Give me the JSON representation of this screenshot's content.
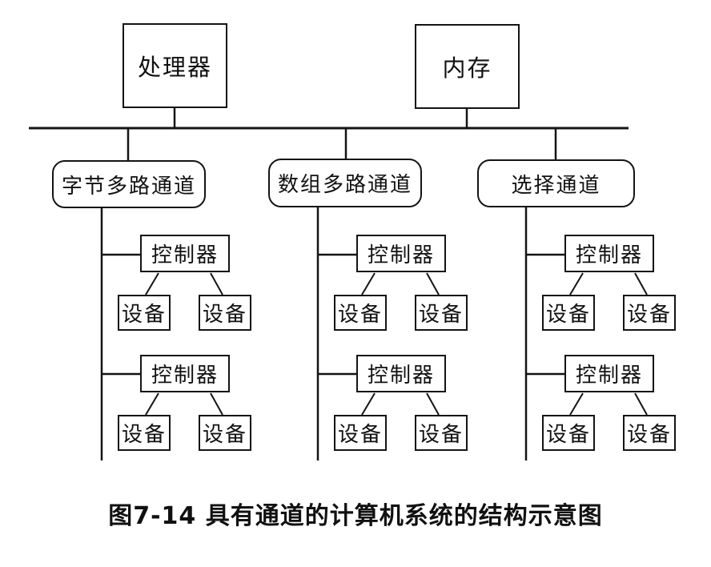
{
  "figure_caption": "图7-14 具有通道的计算机系统的结构示意图",
  "nodes": {
    "processor": "处理器",
    "memory": "内存",
    "channels": [
      {
        "label": "字节多路通道"
      },
      {
        "label": "数组多路通道"
      },
      {
        "label": "选择通道"
      }
    ],
    "controller": "控制器",
    "device": "设备"
  },
  "colors": {
    "line": "#141414",
    "text": "#111111",
    "background": "#ffffff"
  }
}
